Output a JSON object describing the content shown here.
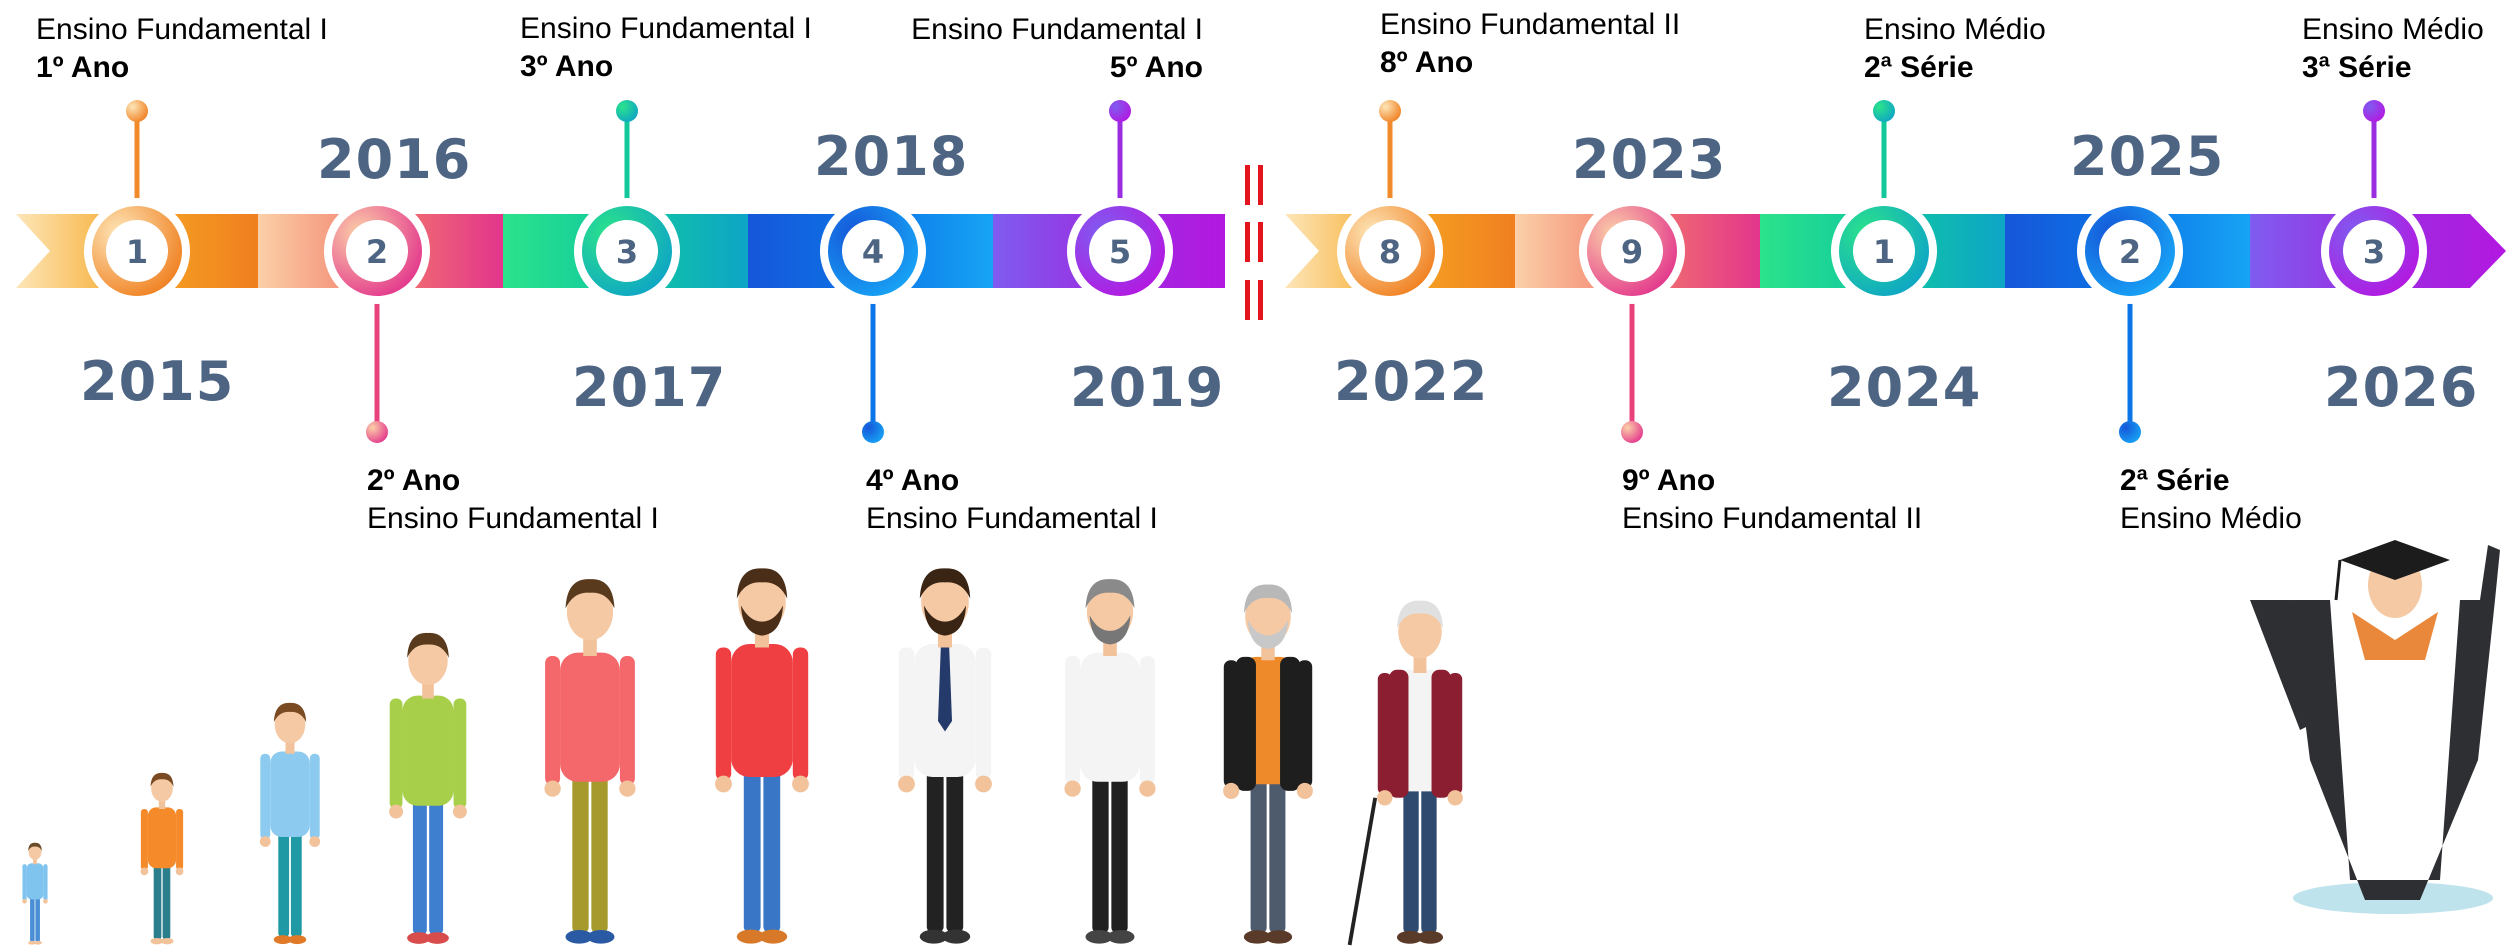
{
  "colors": {
    "orange": "#f08a2a",
    "pink": "#e8427c",
    "green": "#12c79a",
    "blue": "#0b74e6",
    "purple": "#9b2de0",
    "year_text": "#4d6583",
    "break_mark": "#e3141b"
  },
  "timeline": {
    "segments": [
      {
        "number": "1",
        "year": "2015",
        "label_line1": "Ensino Fundamental I",
        "label_line2": "1º Ano",
        "color_key": "orange"
      },
      {
        "number": "2",
        "year": "2016",
        "label_line1": "2º Ano",
        "label_line2": "Ensino Fundamental I",
        "color_key": "pink"
      },
      {
        "number": "3",
        "year": "2017",
        "label_line1": "Ensino Fundamental I",
        "label_line2": "3º Ano",
        "color_key": "green"
      },
      {
        "number": "4",
        "year": "2018",
        "label_line1": "4º Ano",
        "label_line2": "Ensino Fundamental I",
        "color_key": "blue"
      },
      {
        "number": "5",
        "year": "2019",
        "label_line1": "Ensino Fundamental I",
        "label_line2": "5º Ano",
        "color_key": "purple"
      },
      {
        "number": "8",
        "year": "2022",
        "label_line1": "Ensino Fundamental II",
        "label_line2": "8º Ano",
        "color_key": "orange"
      },
      {
        "number": "9",
        "year": "2023",
        "label_line1": "9º Ano",
        "label_line2": "Ensino Fundamental II",
        "color_key": "pink"
      },
      {
        "number": "1",
        "year": "2024",
        "label_line1": "Ensino Médio",
        "label_line2": "2ª Série",
        "color_key": "green"
      },
      {
        "number": "2",
        "year": "2025",
        "label_line1": "2ª Série",
        "label_line2": "Ensino Médio",
        "color_key": "blue"
      },
      {
        "number": "3",
        "year": "2026",
        "label_line1": "Ensino Médio",
        "label_line2": "3ª Série",
        "color_key": "purple"
      }
    ]
  },
  "illustrations": [
    "baby-figure",
    "toddler-figure",
    "child-figure",
    "teen-figure",
    "young-man-figure",
    "bearded-man-figure",
    "businessman-figure",
    "middle-aged-man-figure",
    "older-man-figure",
    "elderly-man-figure",
    "graduate-figure"
  ]
}
